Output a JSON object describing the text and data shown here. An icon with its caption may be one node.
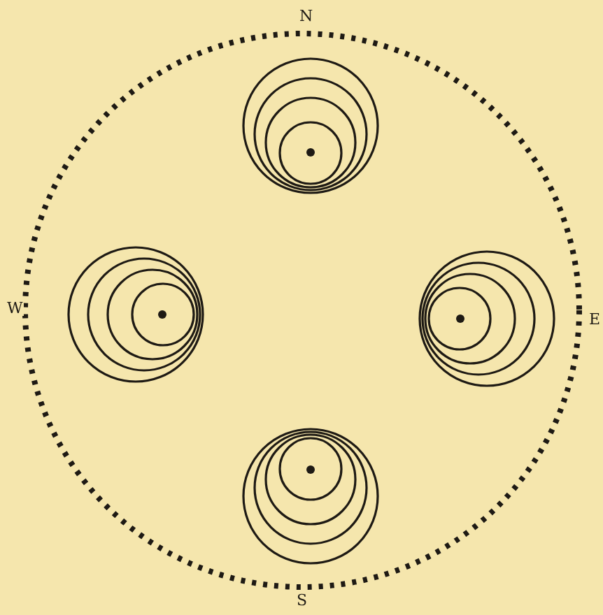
{
  "diagram": {
    "labels": [
      "N",
      "W",
      "E",
      "S"
    ]
  }
}
